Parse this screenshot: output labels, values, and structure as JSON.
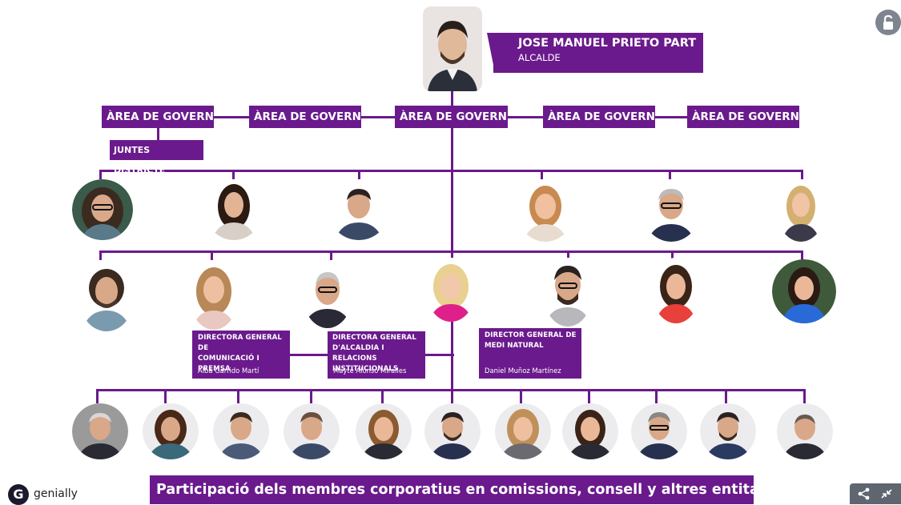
{
  "colors": {
    "accent": "#6a1a8c",
    "background": "#ffffff"
  },
  "alcalde": {
    "name": "JOSE MANUEL PRIETO PART",
    "role": "ALCALDE"
  },
  "areas": [
    "ÀREA DE GOVERN",
    "ÀREA DE GOVERN",
    "ÀREA DE GOVERN",
    "ÀREA DE GOVERN",
    "ÀREA DE GOVERN"
  ],
  "juntes": "JUNTES DISTRICTE",
  "directors": [
    {
      "title_line1": "DIRECTORA GENERAL DE",
      "title_line2": "COMUNICACIÓ I PREMSA",
      "title_line3": "",
      "name": "Alba Garrido Martí"
    },
    {
      "title_line1": "DIRECTORA GENERAL",
      "title_line2": "D'ALCALDIA I RELACIONS",
      "title_line3": "INSTITUCIONALS",
      "name": "Mayte Alonso Miralles"
    },
    {
      "title_line1": "DIRECTOR GENERAL DE",
      "title_line2": "MEDI NATURAL",
      "title_line3": "",
      "name": "Daniel Muñoz Martínez"
    }
  ],
  "footer_banner": "Participació dels membres corporatius en comissions, consell y altres entitats",
  "brand": {
    "name": "genially"
  },
  "icons": {
    "unlock": "unlock-icon",
    "share": "share-icon",
    "collapse": "collapse-icon"
  }
}
